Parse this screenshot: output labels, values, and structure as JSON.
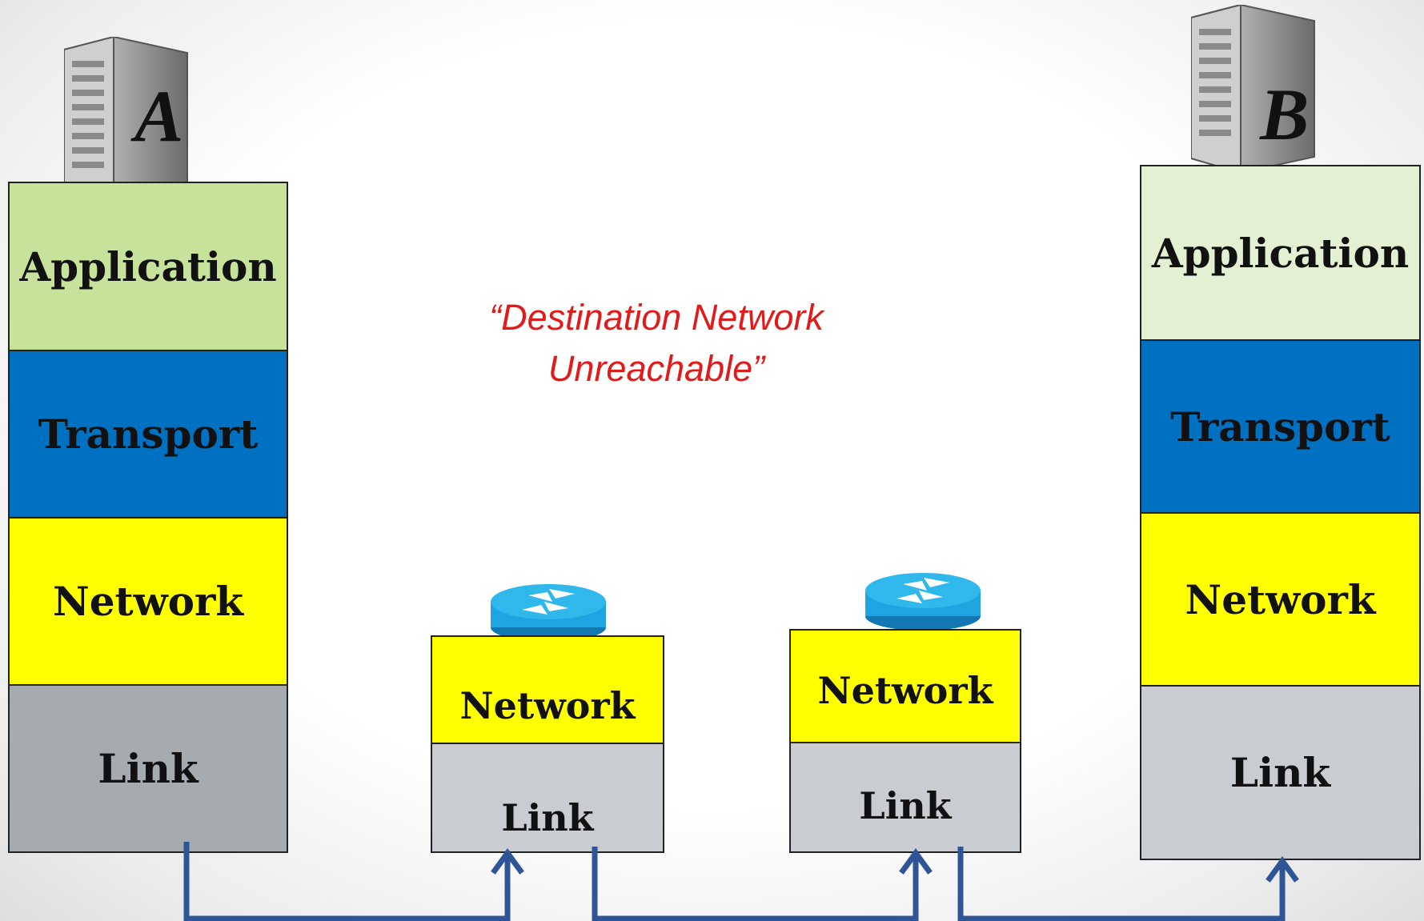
{
  "colors": {
    "application": "#c6e29b",
    "application_b": "#e4f0d2",
    "transport": "#0070c0",
    "network": "#ffff00",
    "link": "#a6abb0",
    "link_light": "#c9ccd0",
    "arrow": "#2f5597",
    "message": "#e21a1a",
    "router": "#1ea4e0"
  },
  "hosts": {
    "a": {
      "label": "A",
      "icon": "server-icon"
    },
    "b": {
      "label": "B",
      "icon": "server-icon"
    }
  },
  "stack_a": {
    "application": "Application",
    "transport": "Transport",
    "network": "Network",
    "link": "Link"
  },
  "stack_b": {
    "application": "Application",
    "transport": "Transport",
    "network": "Network",
    "link": "Link"
  },
  "router_1": {
    "icon": "router-icon",
    "network": "Network",
    "link": "Link"
  },
  "router_2": {
    "icon": "router-icon",
    "network": "Network",
    "link": "Link"
  },
  "message": {
    "line1": "“Destination Network",
    "line2": "Unreachable”"
  }
}
